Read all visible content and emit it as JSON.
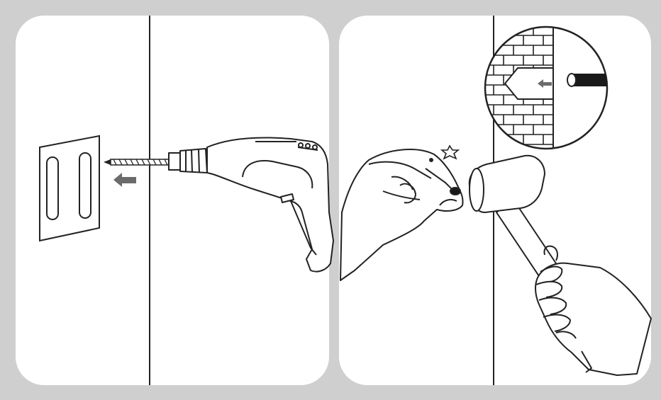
{
  "figure": {
    "panels": [
      {
        "id": "panel-drill",
        "depicts": [
          "wall-plate",
          "drill-screw",
          "direction-arrow",
          "electric-drill"
        ]
      },
      {
        "id": "panel-hammer",
        "depicts": [
          "brick-wall-inset",
          "anchor-plug",
          "hand-holding-plug",
          "rubber-mallet",
          "hand-holding-mallet"
        ]
      }
    ],
    "colors": {
      "frame": "#cfcfcf",
      "panel": "#ffffff",
      "line": "#222222",
      "arrow": "#6b6b6b",
      "plug": "#1a1a1a"
    }
  }
}
